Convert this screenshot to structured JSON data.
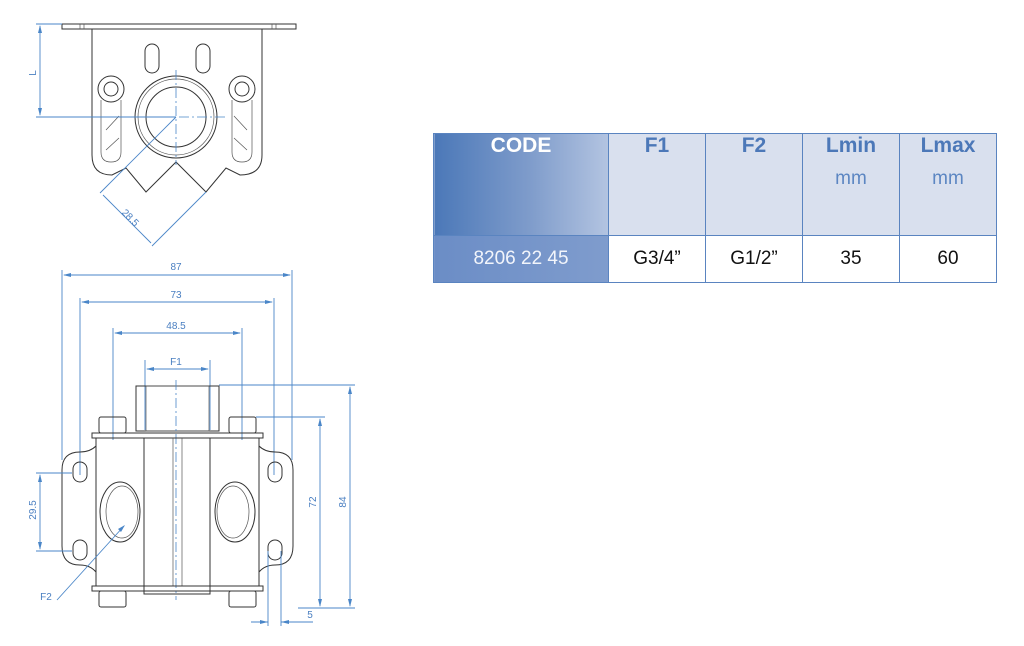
{
  "drawing": {
    "top_view": {
      "dim_L": "L",
      "dim_diag": "28.5"
    },
    "front_view": {
      "dim_87": "87",
      "dim_73": "73",
      "dim_48_5": "48.5",
      "dim_F1": "F1",
      "dim_29_5": "29.5",
      "dim_72": "72",
      "dim_84": "84",
      "dim_5": "5",
      "label_F2": "F2"
    },
    "line_color": "#4a86c8"
  },
  "table": {
    "headers": {
      "code": "CODE",
      "f1": "F1",
      "f2": "F2",
      "lmin": "Lmin",
      "lmin_unit": "mm",
      "lmax": "Lmax",
      "lmax_unit": "mm"
    },
    "rows": [
      {
        "code": "8206 22 45",
        "f1": "G3/4”",
        "f2": "G1/2”",
        "lmin": "35",
        "lmax": "60"
      }
    ],
    "header_color": "#4c78b8",
    "header_bg": "#d9e0ee",
    "border_color": "#5a84c0"
  }
}
